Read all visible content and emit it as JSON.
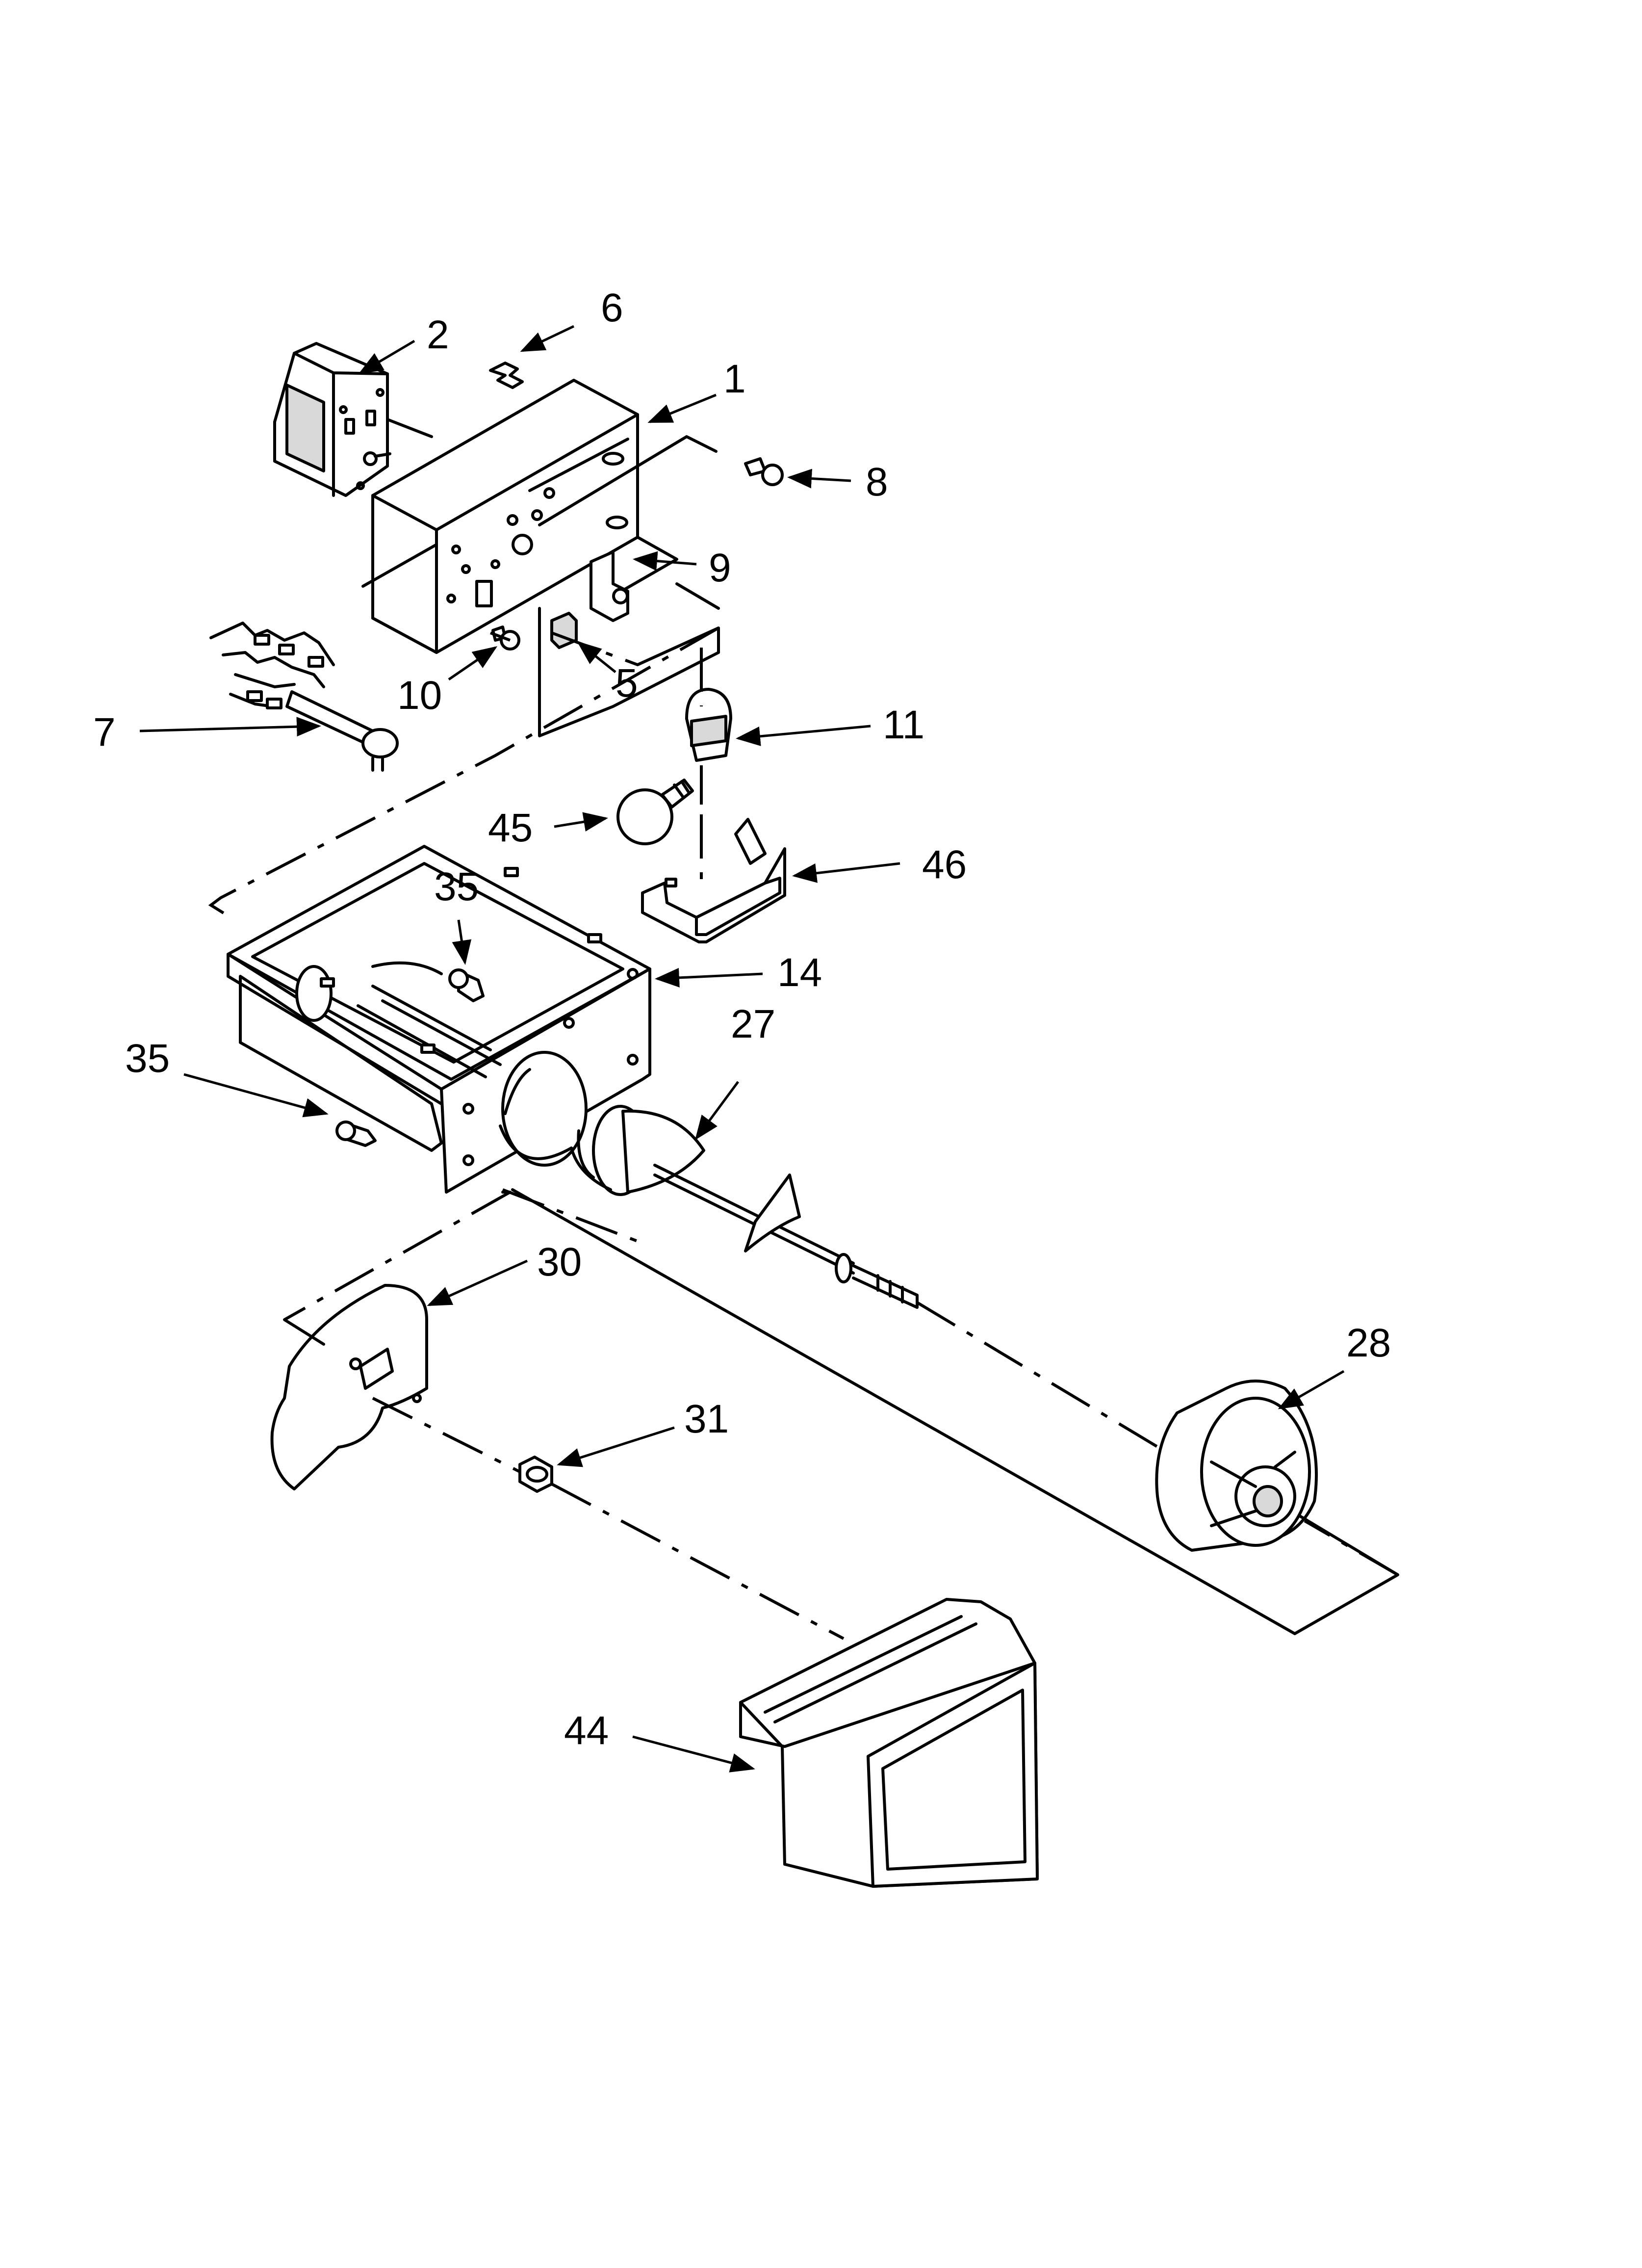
{
  "diagram": {
    "callouts": [
      {
        "id": "c1",
        "label": "1"
      },
      {
        "id": "c2",
        "label": "2"
      },
      {
        "id": "c5",
        "label": "5"
      },
      {
        "id": "c6",
        "label": "6"
      },
      {
        "id": "c7",
        "label": "7"
      },
      {
        "id": "c8",
        "label": "8"
      },
      {
        "id": "c9",
        "label": "9"
      },
      {
        "id": "c10",
        "label": "10"
      },
      {
        "id": "c11",
        "label": "11"
      },
      {
        "id": "c14",
        "label": "14"
      },
      {
        "id": "c27",
        "label": "27"
      },
      {
        "id": "c28",
        "label": "28"
      },
      {
        "id": "c30",
        "label": "30"
      },
      {
        "id": "c31",
        "label": "31"
      },
      {
        "id": "c35a",
        "label": "35"
      },
      {
        "id": "c35b",
        "label": "35"
      },
      {
        "id": "c44",
        "label": "44"
      },
      {
        "id": "c45",
        "label": "45"
      },
      {
        "id": "c46",
        "label": "46"
      }
    ]
  }
}
